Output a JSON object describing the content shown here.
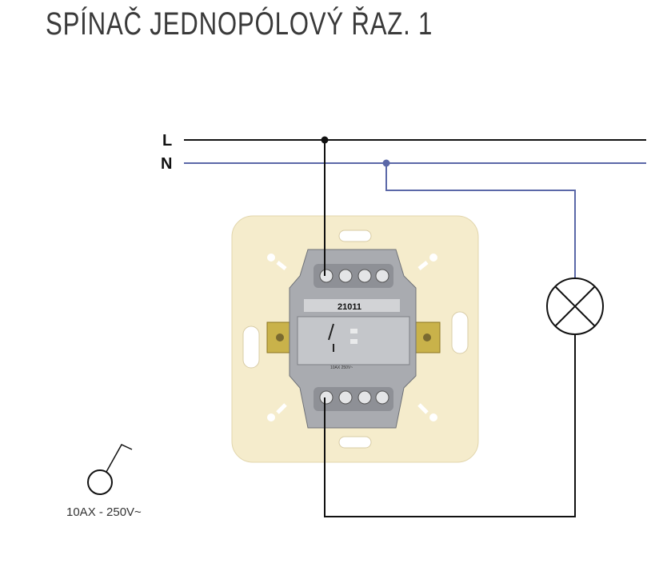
{
  "title": "SPÍNAČ JEDNOPÓLOVÝ ŘAZ. 1",
  "lines": {
    "L": "L",
    "N": "N"
  },
  "device": {
    "code": "21011",
    "spec": "10AX 250V~"
  },
  "symbol": {
    "rating": "10AX - 250V~"
  },
  "colors": {
    "live": "#111111",
    "neutral": "#5b68a8",
    "plate": "#f5eccc",
    "mechanism": "#a9abb0"
  }
}
